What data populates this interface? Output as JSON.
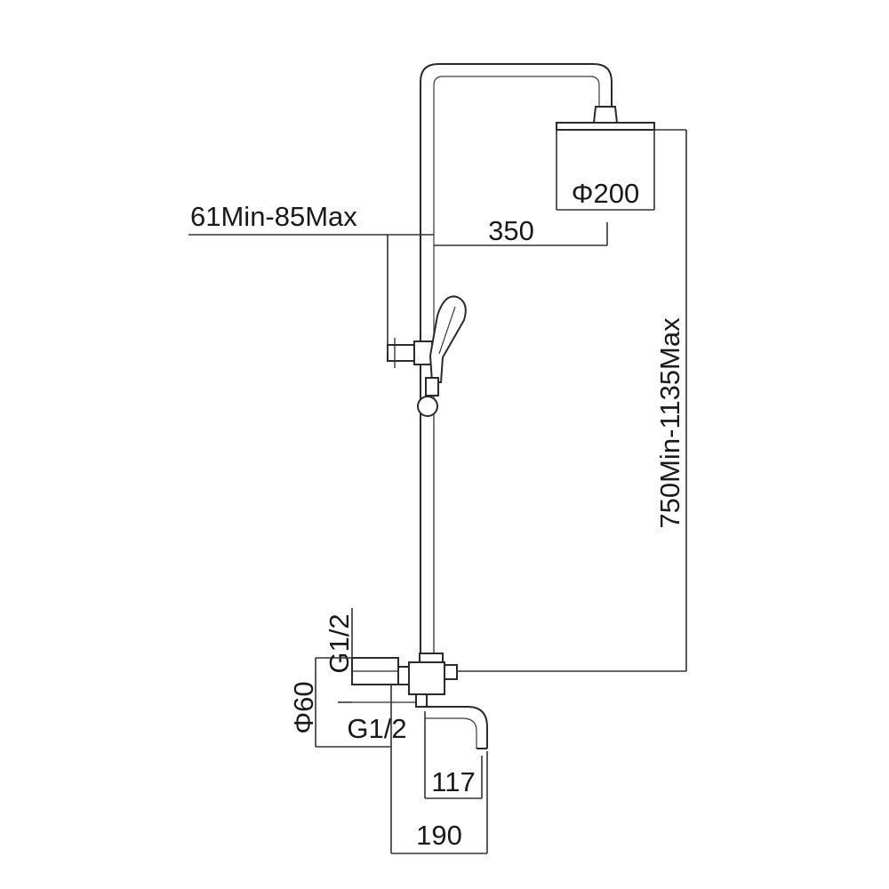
{
  "dimensions": {
    "arm_clamp_range": "61Min-85Max",
    "arm_length": "350",
    "head_diameter": "Φ200",
    "total_height": "750Min-1135Max",
    "inlet_thread_top": "G1/2",
    "inlet_thread_bottom": "G1/2",
    "escutcheon_diameter": "Φ60",
    "spout_projection": "117",
    "overall_depth": "190"
  }
}
